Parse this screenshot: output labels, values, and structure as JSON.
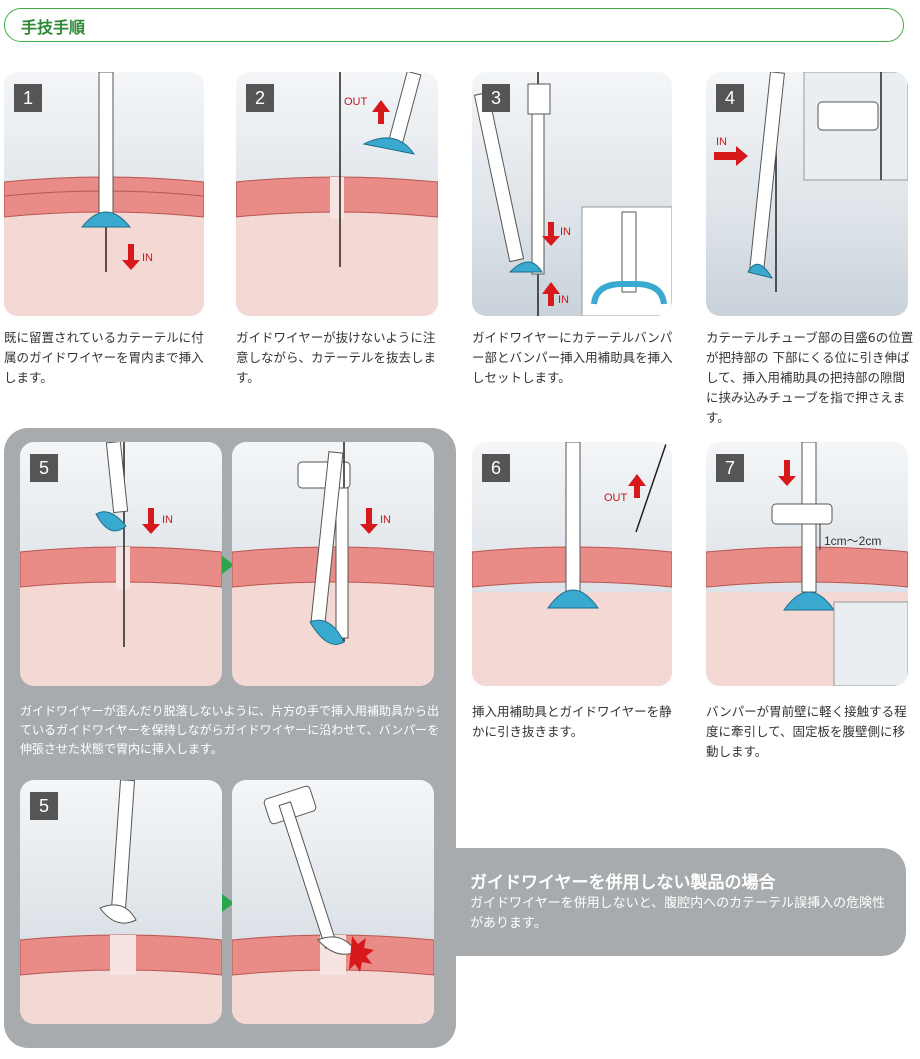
{
  "header": {
    "title": "手技手順"
  },
  "steps": [
    {
      "num": "1",
      "text": "既に留置されているカテーテルに付属のガイドワイヤーを胃内まで挿入します。",
      "label": "IN"
    },
    {
      "num": "2",
      "text": "ガイドワイヤーが抜けないように注意しながら、カテーテルを抜去します。",
      "label": "OUT"
    },
    {
      "num": "3",
      "text": "ガイドワイヤーにカテーテルバンパー部とバンパー挿入用補助具を挿入しセットします。",
      "label": "IN",
      "label2": "IN"
    },
    {
      "num": "4",
      "text": "カテーテルチューブ部の目盛6の位置が把持部の 下部にくる位に引き伸ばして、挿入用補助具の把持部の隙間に挟み込みチューブを指で押さえます。",
      "label": "IN"
    },
    {
      "num": "5",
      "text": "ガイドワイヤーが歪んだり脱落しないように、片方の手で挿入用補助具から出ているガイドワイヤーを保持しながらガイドワイヤーに沿わせて、バンパーを伸張させた状態で胃内に挿入します。",
      "label": "IN",
      "label2": "IN"
    },
    {
      "num": "6",
      "text": "挿入用補助具とガイドワイヤーを静かに引き抜きます。",
      "label": "OUT"
    },
    {
      "num": "7",
      "text": "バンパーが胃前壁に軽く接触する程度に牽引して、固定板を腹壁側に移動します。",
      "dimension": "1cm〜2cm"
    },
    {
      "num": "5"
    }
  ],
  "warning": {
    "title": "ガイドワイヤーを併用しない製品の場合",
    "text": "ガイドワイヤーを併用しないと、腹腔内へのカテーテル誤挿入の危険性があります。"
  }
}
